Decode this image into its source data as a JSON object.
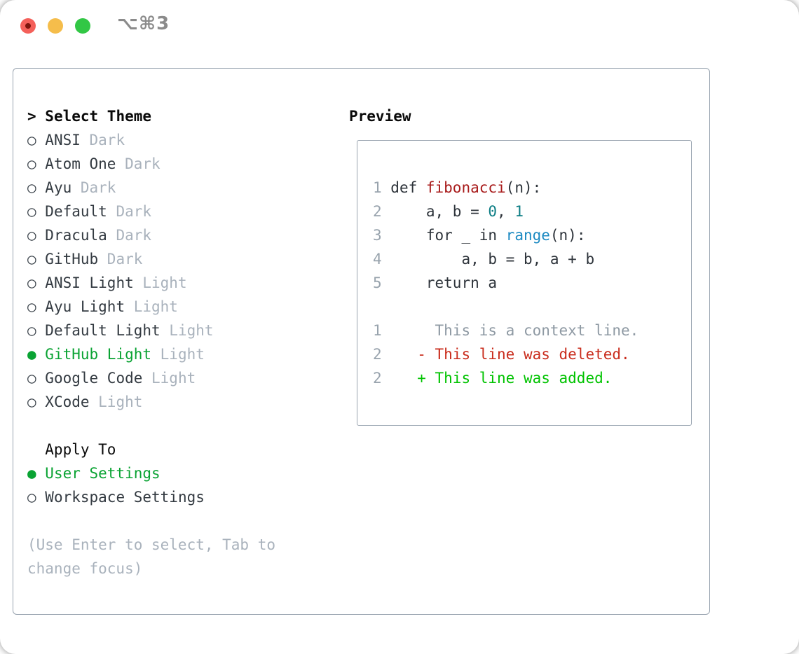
{
  "window": {
    "shortcut_label": "⌥⌘3",
    "traffic_lights": [
      "close",
      "minimize",
      "zoom"
    ]
  },
  "theme_picker": {
    "header": {
      "marker": ">",
      "label": "Select Theme"
    },
    "items": [
      {
        "marker": "○",
        "label": "ANSI",
        "variant": "Dark",
        "selected": false
      },
      {
        "marker": "○",
        "label": "Atom One",
        "variant": "Dark",
        "selected": false
      },
      {
        "marker": "○",
        "label": "Ayu",
        "variant": "Dark",
        "selected": false
      },
      {
        "marker": "○",
        "label": "Default",
        "variant": "Dark",
        "selected": false
      },
      {
        "marker": "○",
        "label": "Dracula",
        "variant": "Dark",
        "selected": false
      },
      {
        "marker": "○",
        "label": "GitHub",
        "variant": "Dark",
        "selected": false
      },
      {
        "marker": "○",
        "label": "ANSI Light",
        "variant": "Light",
        "selected": false
      },
      {
        "marker": "○",
        "label": "Ayu Light",
        "variant": "Light",
        "selected": false
      },
      {
        "marker": "○",
        "label": "Default Light",
        "variant": "Light",
        "selected": false
      },
      {
        "marker": "●",
        "label": "GitHub Light",
        "variant": "Light",
        "selected": true
      },
      {
        "marker": "○",
        "label": "Google Code",
        "variant": "Light",
        "selected": false
      },
      {
        "marker": "○",
        "label": "XCode",
        "variant": "Light",
        "selected": false
      }
    ],
    "apply_to": {
      "header": "Apply To",
      "options": [
        {
          "marker": "●",
          "label": "User Settings",
          "selected": true
        },
        {
          "marker": "○",
          "label": "Workspace Settings",
          "selected": false
        }
      ]
    },
    "hint": "(Use Enter to select, Tab to change focus)"
  },
  "preview": {
    "header": "Preview",
    "code_lines": [
      {
        "gutter": "1",
        "tokens": [
          {
            "t": " def ",
            "c": "plain"
          },
          {
            "t": "fibonacci",
            "c": "func"
          },
          {
            "t": "(n):",
            "c": "plain"
          }
        ]
      },
      {
        "gutter": "2",
        "tokens": [
          {
            "t": "     a, b = ",
            "c": "plain"
          },
          {
            "t": "0",
            "c": "number"
          },
          {
            "t": ", ",
            "c": "plain"
          },
          {
            "t": "1",
            "c": "number"
          }
        ]
      },
      {
        "gutter": "3",
        "tokens": [
          {
            "t": "     for _ in ",
            "c": "plain"
          },
          {
            "t": "range",
            "c": "builtin"
          },
          {
            "t": "(n):",
            "c": "plain"
          }
        ]
      },
      {
        "gutter": "4",
        "tokens": [
          {
            "t": "         a, b = b, a + b",
            "c": "plain"
          }
        ]
      },
      {
        "gutter": "5",
        "tokens": [
          {
            "t": "     return a",
            "c": "plain"
          }
        ]
      },
      {
        "gutter": " ",
        "tokens": []
      },
      {
        "gutter": "1",
        "tokens": [
          {
            "t": "      This is a context line.",
            "c": "context"
          }
        ]
      },
      {
        "gutter": "2",
        "tokens": [
          {
            "t": "    - This line was deleted.",
            "c": "deleted"
          }
        ]
      },
      {
        "gutter": "2",
        "tokens": [
          {
            "t": "    + This line was added.",
            "c": "added"
          }
        ]
      }
    ]
  },
  "colors": {
    "selection_green": "#0aa333",
    "added_green": "#00c300",
    "deleted_red": "#c92c1c",
    "function_red": "#a81b1b",
    "number_teal": "#0c7d84",
    "builtin_blue": "#1c8ac2",
    "muted_gray": "#a9b2bc",
    "border_gray": "#99a4b0",
    "traffic_red": "#f4605a",
    "traffic_yellow": "#f5bd4b",
    "traffic_green": "#32c745"
  }
}
